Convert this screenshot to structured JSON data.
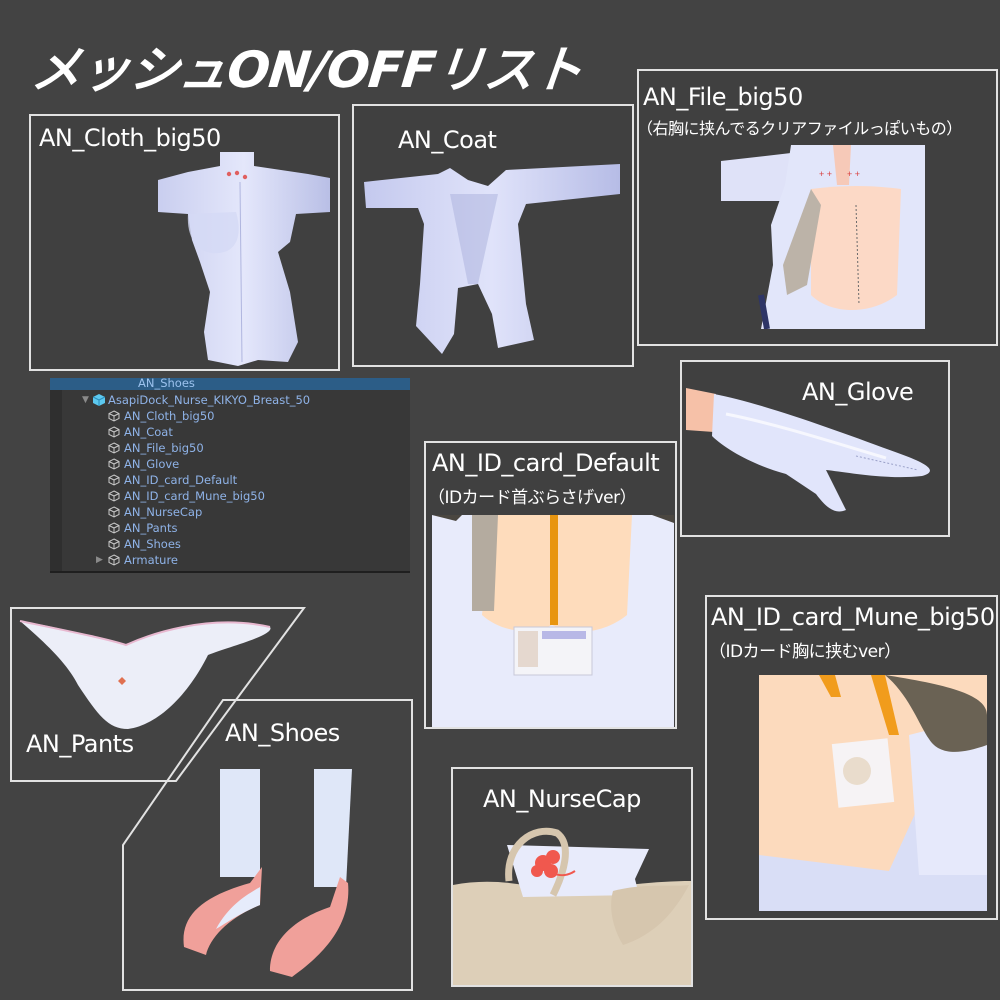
{
  "page": {
    "title": "メッシュON/OFFリスト"
  },
  "panels": {
    "cloth": {
      "label": "AN_Cloth_big50"
    },
    "coat": {
      "label": "AN_Coat"
    },
    "file": {
      "label": "AN_File_big50",
      "note": "（右胸に挟んでるクリアファイルっぽいもの）"
    },
    "glove": {
      "label": "AN_Glove"
    },
    "id_default": {
      "label": "AN_ID_card_Default",
      "note": "（IDカード首ぶらさげver）"
    },
    "id_mune": {
      "label": "AN_ID_card_Mune_big50",
      "note": "（IDカード胸に挟むver）"
    },
    "pants": {
      "label": "AN_Pants"
    },
    "shoes": {
      "label": "AN_Shoes"
    },
    "nursecap": {
      "label": "AN_NurseCap"
    }
  },
  "hierarchy": {
    "selected_item": "AN_Shoes",
    "root": "AsapiDock_Nurse_KIKYO_Breast_50",
    "children": [
      "AN_Cloth_big50",
      "AN_Coat",
      "AN_File_big50",
      "AN_Glove",
      "AN_ID_card_Default",
      "AN_ID_card_Mune_big50",
      "AN_NurseCap",
      "AN_Pants",
      "AN_Shoes",
      "Armature"
    ]
  },
  "colors": {
    "background": "#434343",
    "panel_border": "#e2e2e2",
    "cloth_white": "#dfe3fa",
    "skin": "#fcd9bd",
    "shoe_pink": "#f0a09a",
    "lanyard_orange": "#e8950f",
    "clover_red": "#f0584e",
    "hierarchy_text": "#8fb3e8",
    "hierarchy_selected": "#2c5d87"
  }
}
